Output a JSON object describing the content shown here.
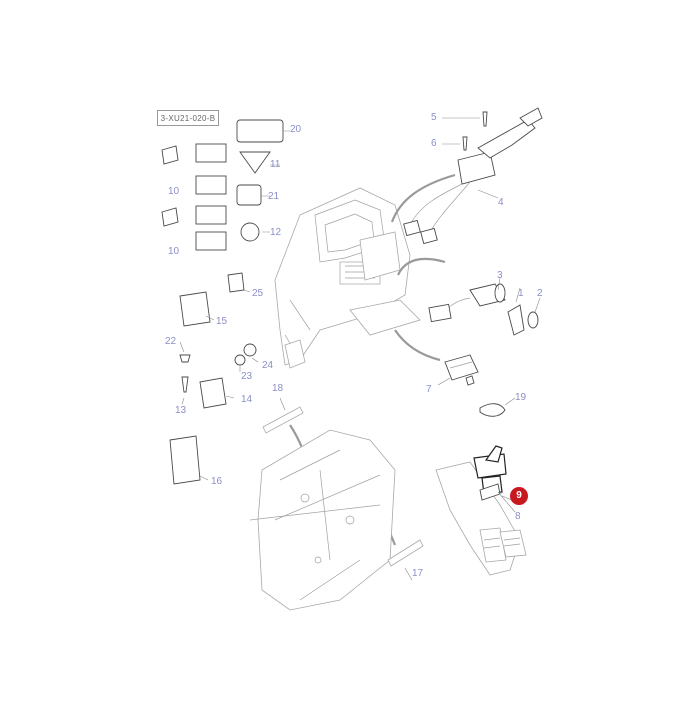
{
  "diagram": {
    "reference_code": "3-XU21-020-B",
    "highlight_color": "#c8191e",
    "callout_color": "#8a8fc8",
    "highlighted_part": "9",
    "callouts": [
      {
        "id": "c1",
        "label": "1"
      },
      {
        "id": "c2",
        "label": "2"
      },
      {
        "id": "c3",
        "label": "3"
      },
      {
        "id": "c4",
        "label": "4"
      },
      {
        "id": "c5",
        "label": "5"
      },
      {
        "id": "c6",
        "label": "6"
      },
      {
        "id": "c7",
        "label": "7"
      },
      {
        "id": "c8",
        "label": "8"
      },
      {
        "id": "c9",
        "label": "9"
      },
      {
        "id": "c10a",
        "label": "10"
      },
      {
        "id": "c10b",
        "label": "10"
      },
      {
        "id": "c11",
        "label": "11"
      },
      {
        "id": "c12",
        "label": "12"
      },
      {
        "id": "c13",
        "label": "13"
      },
      {
        "id": "c14",
        "label": "14"
      },
      {
        "id": "c15",
        "label": "15"
      },
      {
        "id": "c16",
        "label": "16"
      },
      {
        "id": "c17",
        "label": "17"
      },
      {
        "id": "c18",
        "label": "18"
      },
      {
        "id": "c19",
        "label": "19"
      },
      {
        "id": "c20",
        "label": "20"
      },
      {
        "id": "c21",
        "label": "21"
      },
      {
        "id": "c22",
        "label": "22"
      },
      {
        "id": "c23",
        "label": "23"
      },
      {
        "id": "c24",
        "label": "24"
      },
      {
        "id": "c25",
        "label": "25"
      }
    ]
  }
}
